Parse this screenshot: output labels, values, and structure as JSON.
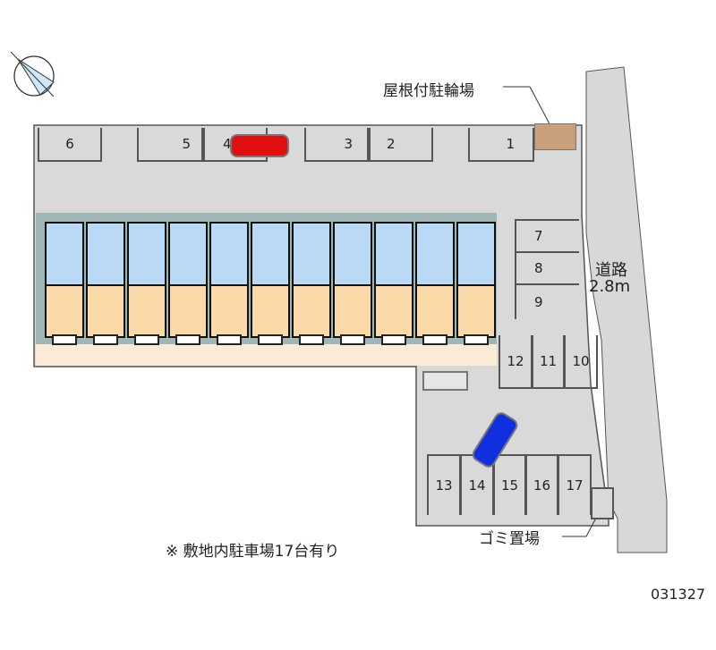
{
  "labels": {
    "bike_shelter": "屋根付駐輪場",
    "road_name": "道路",
    "road_width": "2.8m",
    "garbage": "ゴミ置場",
    "note": "※ 敷地内駐車場17台有り",
    "property_code": "031327",
    "compass_north": "N"
  },
  "parking": [
    "1",
    "2",
    "3",
    "4",
    "5",
    "6",
    "7",
    "8",
    "9",
    "10",
    "11",
    "12",
    "13",
    "14",
    "15",
    "16",
    "17"
  ],
  "colors": {
    "lot": "#d9d9d9",
    "road": "#d8d8d8",
    "unit_upper": "#b9d9f5",
    "unit_lower": "#fbd9a8",
    "car_red": "#e01010",
    "car_blue": "#1030e0",
    "shelter": "#c9a07a"
  }
}
